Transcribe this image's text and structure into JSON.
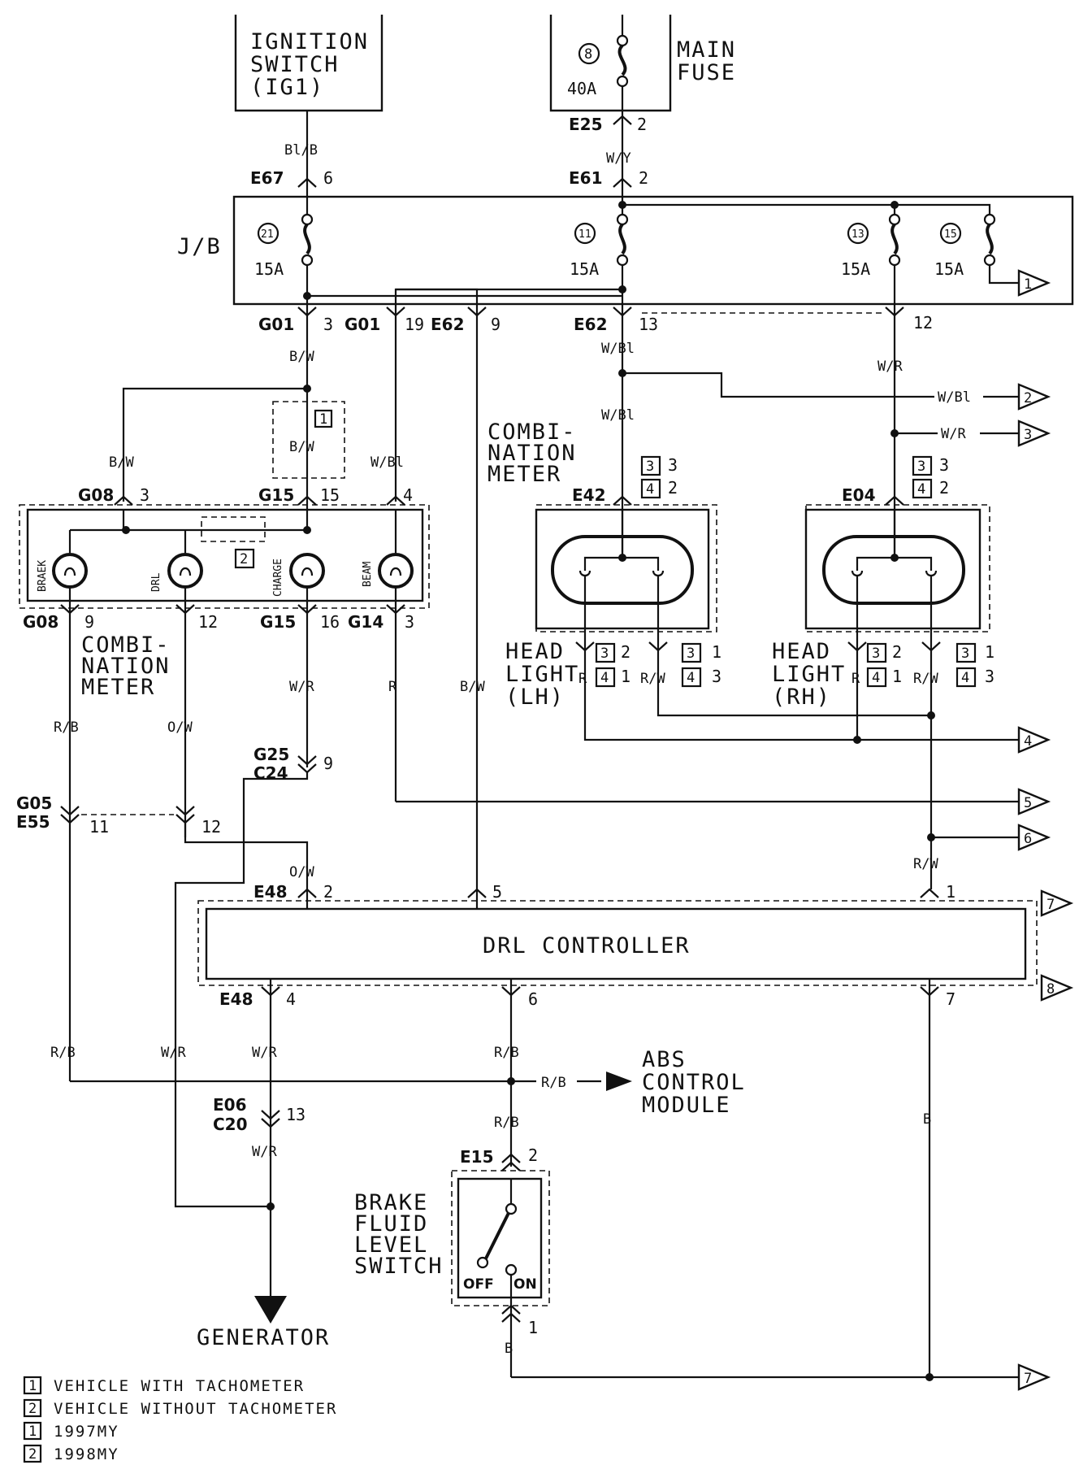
{
  "components": {
    "ignition_switch": [
      "IGNITION",
      "SWITCH",
      "(IG1)"
    ],
    "main_fuse_label": [
      "MAIN",
      "FUSE"
    ],
    "main_fuse_num": "8",
    "main_fuse_rating": "40A",
    "jb_label": "J/B",
    "jb_fuses": [
      {
        "num": "21",
        "rating": "15A"
      },
      {
        "num": "11",
        "rating": "15A"
      },
      {
        "num": "13",
        "rating": "15A"
      },
      {
        "num": "15",
        "rating": "15A"
      }
    ],
    "combination_meter_left": [
      "COMBI-",
      "NATION",
      "METER"
    ],
    "combination_meter_right": [
      "COMBI-",
      "NATION",
      "METER"
    ],
    "lamps": [
      "BRAEK",
      "DRL",
      "CHARGE",
      "BEAM"
    ],
    "headlight_lh": [
      "HEAD",
      "LIGHT",
      "(LH)"
    ],
    "headlight_rh": [
      "HEAD",
      "LIGHT",
      "(RH)"
    ],
    "drl_controller": "DRL CONTROLLER",
    "abs_module": [
      "ABS",
      "CONTROL",
      "MODULE"
    ],
    "brake_switch": [
      "BRAKE",
      "FLUID",
      "LEVEL",
      "SWITCH"
    ],
    "switch_off": "OFF",
    "switch_on": "ON",
    "generator": "GENERATOR"
  },
  "connectors": {
    "e25": "E25",
    "e25_pin": "2",
    "e67": "E67",
    "e67_pin": "6",
    "e61": "E61",
    "e61_pin": "2",
    "g01a": "G01",
    "g01a_pin": "3",
    "g01b": "G01",
    "g01b_pin": "19",
    "e62a": "E62",
    "e62a_pin": "9",
    "e62b": "E62",
    "e62b_pin": "13",
    "jb_pin12": "12",
    "g08_top": "G08",
    "g08_top_pin": "3",
    "g15_top": "G15",
    "g15_top_pin": "15",
    "g15_top_beam_pin": "4",
    "g08_bot": "G08",
    "g08_bot_pin": "9",
    "drl_bot_pin": "12",
    "g15_bot": "G15",
    "g15_bot_pin": "16",
    "g14": "G14",
    "g14_pin": "3",
    "e42": "E42",
    "e04": "E04",
    "hl_top_pin_a": "3",
    "hl_top_pin_b": "2",
    "hl_l_pin_a": "2",
    "hl_l_pin_b": "1",
    "hl_r_pin_a": "1",
    "hl_r_pin_b": "3",
    "g25": "G25",
    "c24": "C24",
    "g25_pin": "9",
    "g05": "G05",
    "e55": "E55",
    "g05_pin": "11",
    "e55_pin12": "12",
    "e48_top": "E48",
    "e48_p2": "2",
    "e48_p5": "5",
    "e48_p1": "1",
    "e48_bot": "E48",
    "e48_p4": "4",
    "e48_p6": "6",
    "e48_p7": "7",
    "e06": "E06",
    "c20": "C20",
    "e06_pin": "13",
    "e15": "E15",
    "e15_pin": "2",
    "sw_bot_pin": "1"
  },
  "wire_colors": {
    "bl_b": "Bl/B",
    "w_y": "W/Y",
    "b_w": "B/W",
    "w_bl": "W/Bl",
    "w_r": "W/R",
    "r_b": "R/B",
    "o_w": "O/W",
    "r": "R",
    "r_w": "R/W",
    "b": "B"
  },
  "offpage": [
    "1",
    "2",
    "3",
    "4",
    "5",
    "6",
    "7",
    "8"
  ],
  "notes": [
    "1",
    "2"
  ],
  "variants": [
    "3",
    "4"
  ],
  "legend": [
    {
      "num": "1",
      "text": "VEHICLE WITH TACHOMETER"
    },
    {
      "num": "2",
      "text": "VEHICLE WITHOUT TACHOMETER"
    },
    {
      "num": "1",
      "text": "1997MY"
    },
    {
      "num": "2",
      "text": "1998MY"
    }
  ]
}
